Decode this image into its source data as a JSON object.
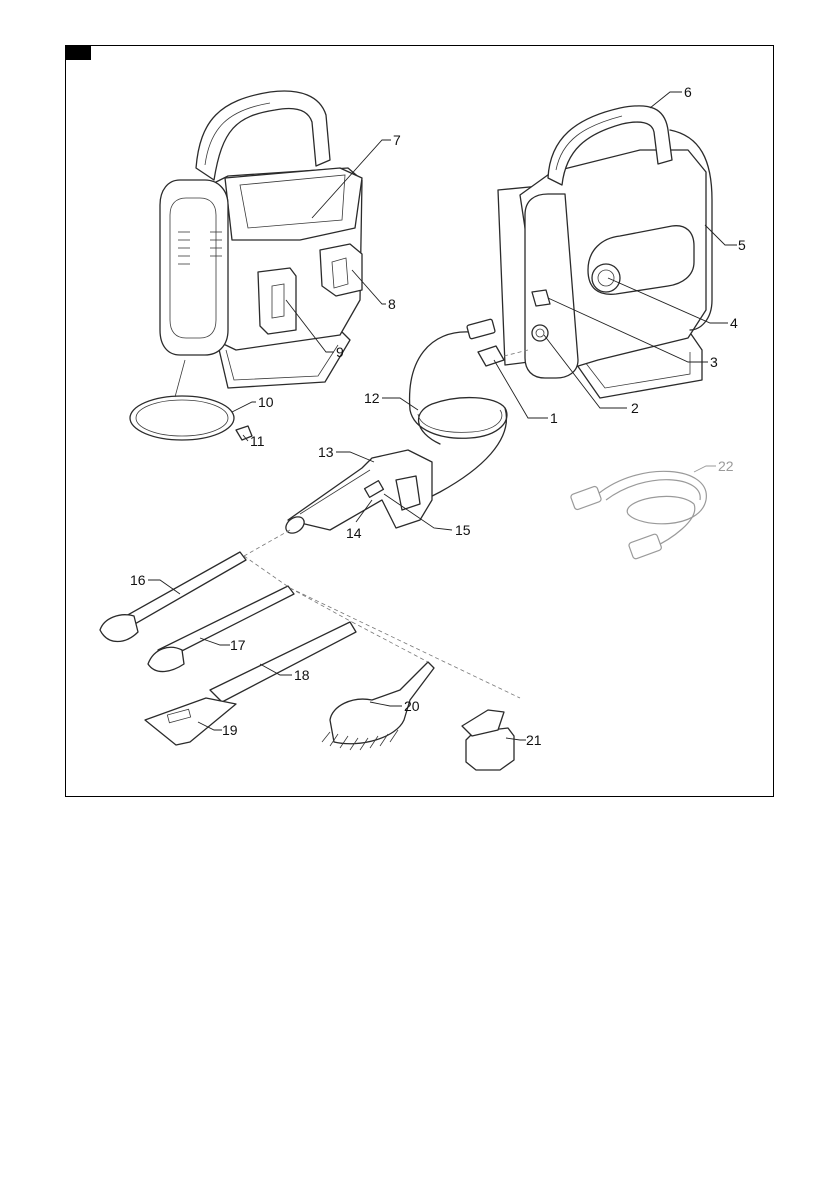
{
  "labels": {
    "l1": "1",
    "l2": "2",
    "l3": "3",
    "l4": "4",
    "l5": "5",
    "l6": "6",
    "l7": "7",
    "l8": "8",
    "l9": "9",
    "l10": "10",
    "l11": "11",
    "l12": "12",
    "l13": "13",
    "l14": "14",
    "l15": "15",
    "l16": "16",
    "l17": "17",
    "l18": "18",
    "l19": "19",
    "l20": "20",
    "l21": "21",
    "l22": "22"
  },
  "colors": {
    "line": "#2b2b2b",
    "optional_accessory": "#9a9a9a",
    "frame": "#000000"
  }
}
